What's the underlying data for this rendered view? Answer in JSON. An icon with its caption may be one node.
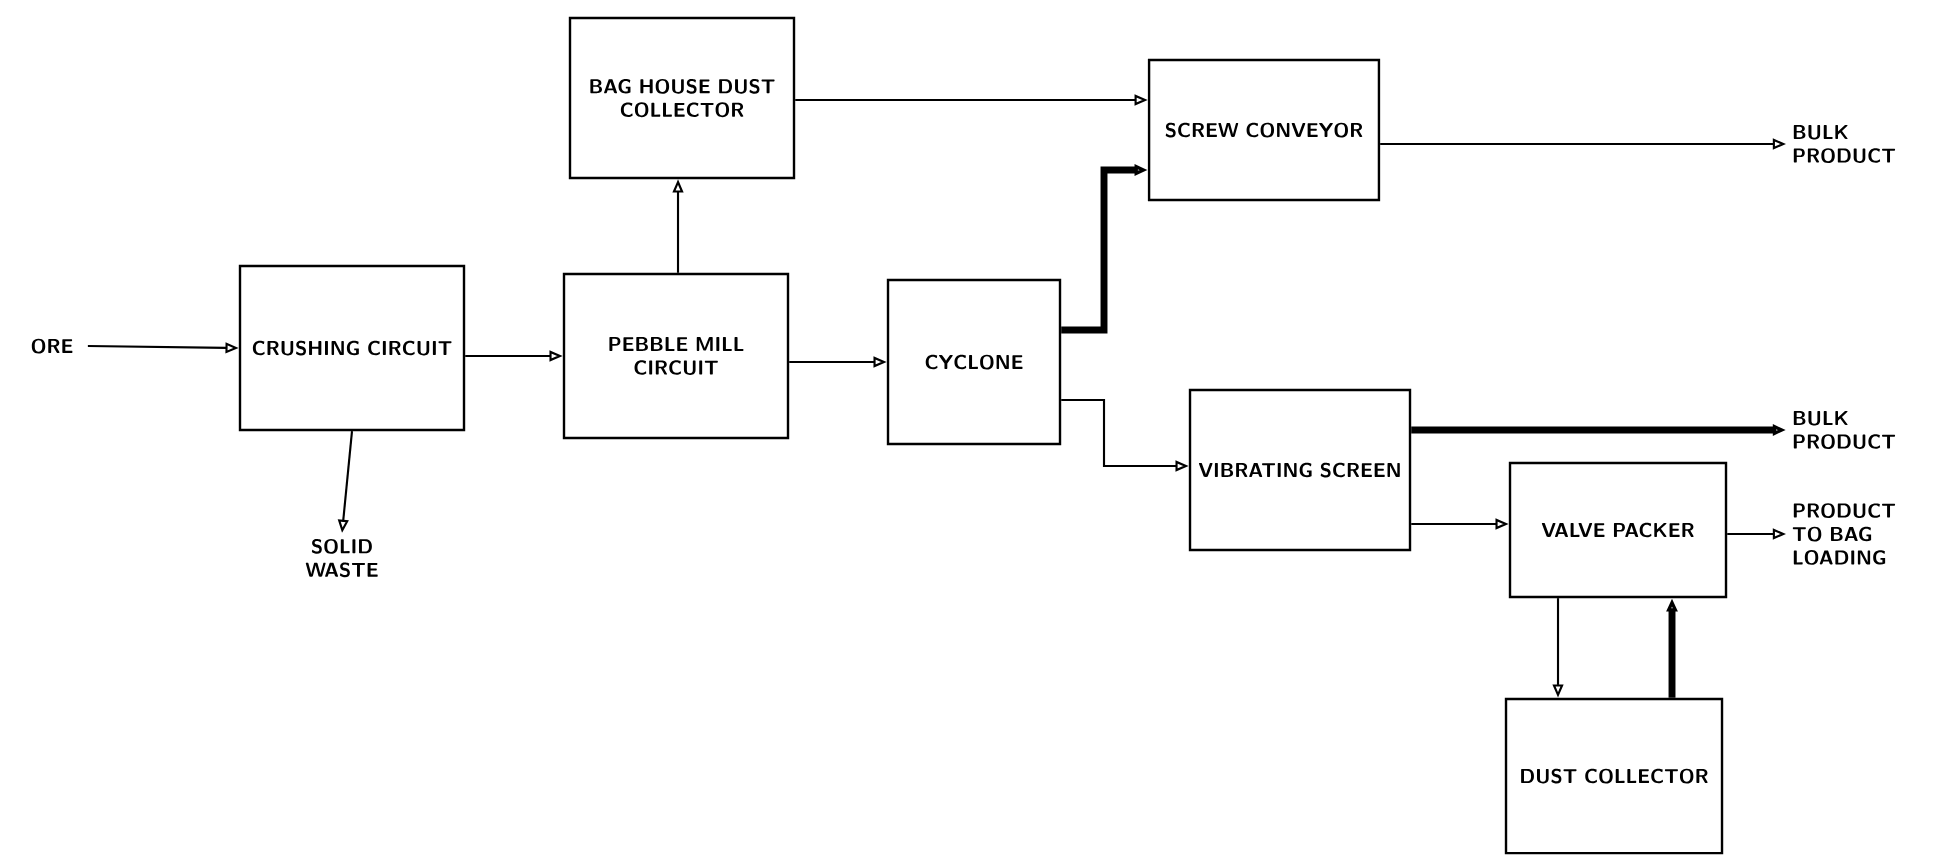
{
  "diagram": {
    "nodes": [
      {
        "text": [
          "ORE"
        ]
      },
      {
        "text": [
          "CRUSHING CIRCUIT"
        ]
      },
      {
        "text": [
          "SOLID WASTE"
        ]
      },
      {
        "text": [
          "BAG HOUSE DUST COLLECTOR"
        ]
      },
      {
        "text": [
          "PEBBLE MILL CIRCUIT"
        ]
      },
      {
        "text": [
          "CYCLONE"
        ]
      },
      {
        "text": [
          "SCREW CONVEYOR"
        ]
      },
      {
        "text": [
          "BULK PRODUCT"
        ]
      },
      {
        "text": [
          "VIBRATING SCREEN"
        ]
      },
      {
        "text": [
          "BULK PRODUCT"
        ]
      },
      {
        "text": [
          "VALVE PACKER"
        ]
      },
      {
        "text": [
          "PRODUCT TO BAG LOADING"
        ]
      },
      {
        "text": [
          "DUST COLLECTOR"
        ]
      }
    ],
    "edges": [
      {
        "from": 0,
        "to": 1,
        "arrow": "to"
      },
      {
        "from": 1,
        "to": 2,
        "arrow": "to"
      },
      {
        "from": 1,
        "to": 4,
        "arrow": "to"
      },
      {
        "from": 4,
        "to": 3,
        "arrow": "to"
      },
      {
        "from": 3,
        "to": 6,
        "arrow": "to"
      },
      {
        "from": 4,
        "to": 5,
        "arrow": "to"
      },
      {
        "from": 5,
        "to": 6,
        "arrow": "to",
        "style": "thick"
      },
      {
        "from": 5,
        "to": 8,
        "arrow": "to"
      },
      {
        "from": 6,
        "to": 7,
        "arrow": "to"
      },
      {
        "from": 8,
        "to": 9,
        "arrow": "to",
        "style": "thick"
      },
      {
        "from": 8,
        "to": 10,
        "arrow": "to"
      },
      {
        "from": 10,
        "to": 11,
        "arrow": "to"
      },
      {
        "from": 10,
        "to": 12,
        "arrow": "to"
      },
      {
        "from": 12,
        "to": 10,
        "arrow": "to",
        "style": "thick"
      }
    ]
  }
}
